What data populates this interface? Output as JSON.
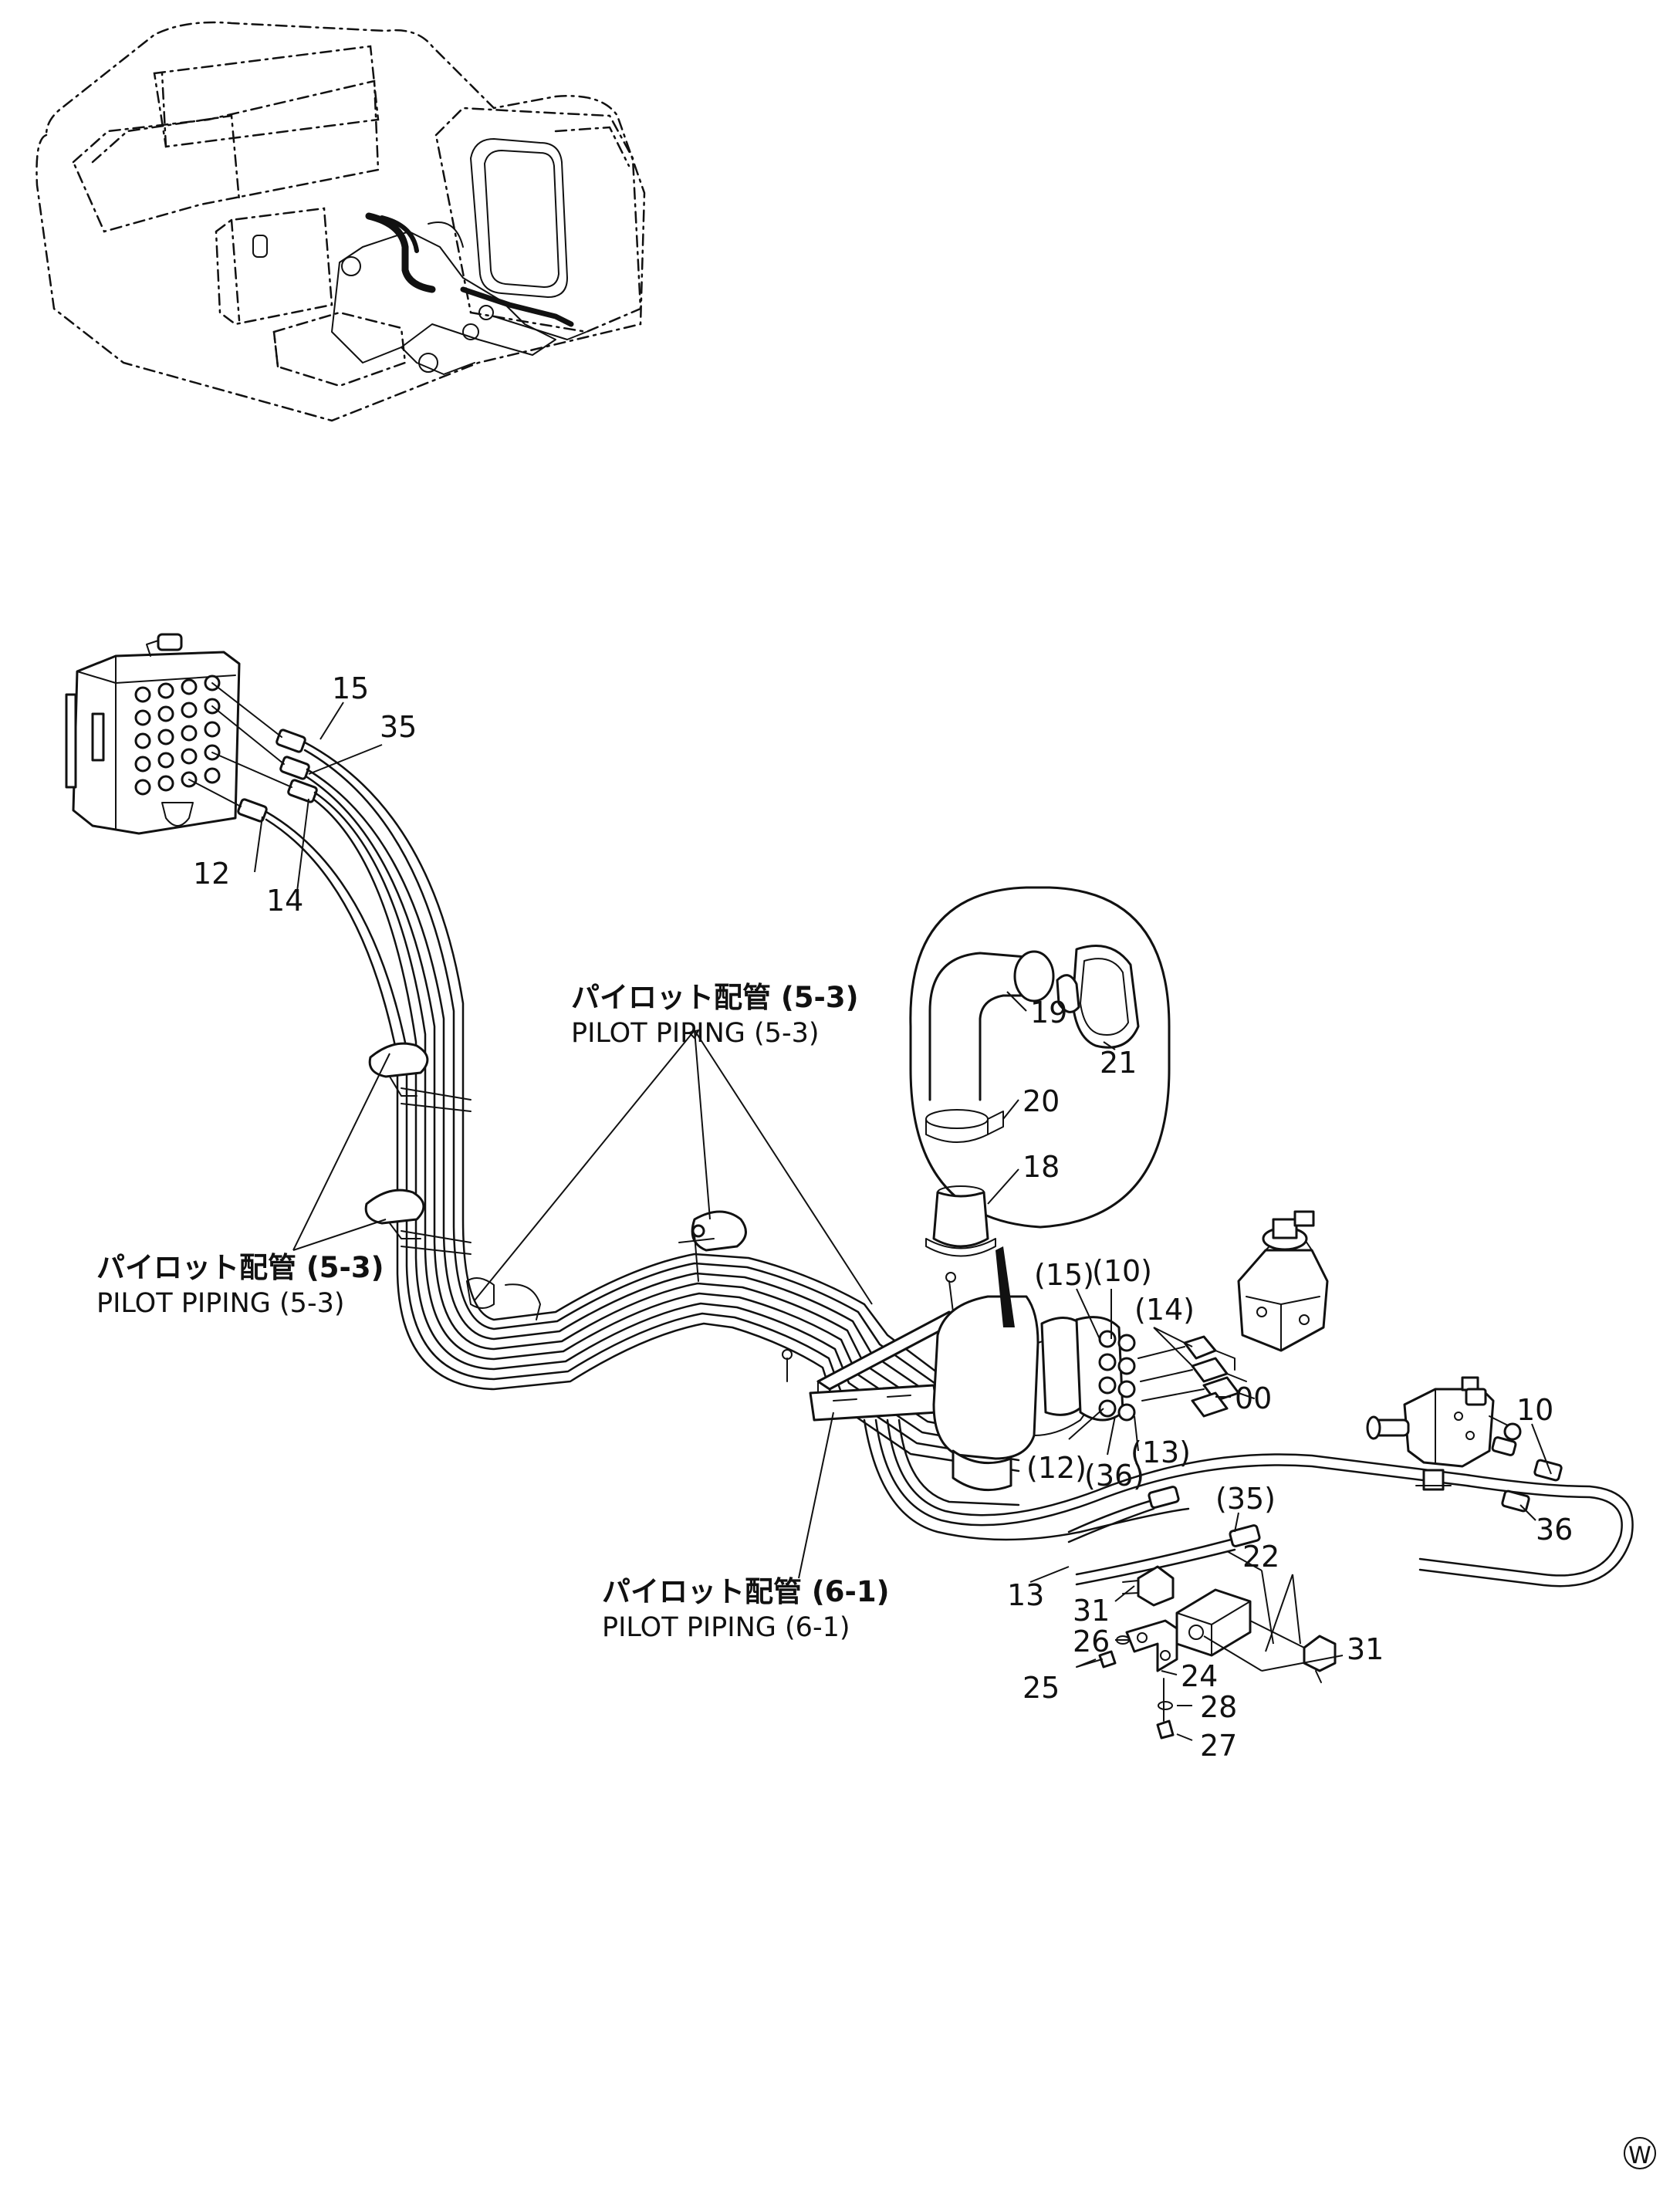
{
  "callouts": {
    "c15": "15",
    "c35": "35",
    "c12": "12",
    "c14": "14",
    "c19": "19",
    "c21": "21",
    "c20": "20",
    "c18": "18",
    "p15": "(15)",
    "p10": "(10)",
    "p14": "(14)",
    "c00": "00",
    "p12": "(12)",
    "p36": "(36)",
    "p13": "(13)",
    "c10": "10",
    "c36": "36",
    "p35": "(35)",
    "c22": "22",
    "c13": "13",
    "c31a": "31",
    "c31b": "31",
    "c26": "26",
    "c24": "24",
    "c25": "25",
    "c28": "28",
    "c27": "27"
  },
  "references": {
    "ref1_jp": "パイロット配管 (5-3)",
    "ref1_en": "PILOT PIPING (5-3)",
    "ref2_jp": "パイロット配管 (5-3)",
    "ref2_en": "PILOT PIPING (5-3)",
    "ref3_jp": "パイロット配管 (6-1)",
    "ref3_en": "PILOT PIPING (6-1)"
  },
  "corner_mark": "W"
}
